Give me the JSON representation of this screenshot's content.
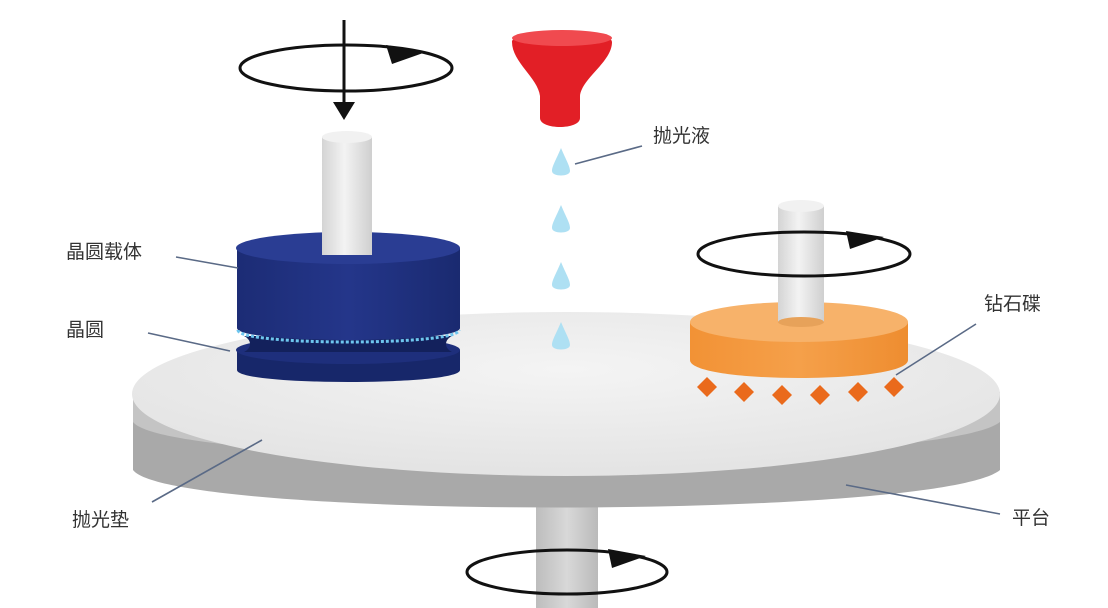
{
  "labels": {
    "wafer_carrier": "晶圆载体",
    "wafer": "晶圆",
    "polishing_slurry": "抛光液",
    "diamond_disc": "钻石碟",
    "polishing_pad": "抛光垫",
    "platform": "平台"
  },
  "colors": {
    "wafer_carrier": "#1f2f79",
    "wafer": "#17276a",
    "slurry_nozzle": "#e21f26",
    "slurry_drop": "#aee0f3",
    "diamond_disc": "#f39a3c",
    "diamond_teeth": "#ea6a1c",
    "pad_top": "#e9e9e9",
    "pad_side": "#c2c2c2",
    "platform_side": "#adadad",
    "shaft": "#e6e6e6"
  }
}
